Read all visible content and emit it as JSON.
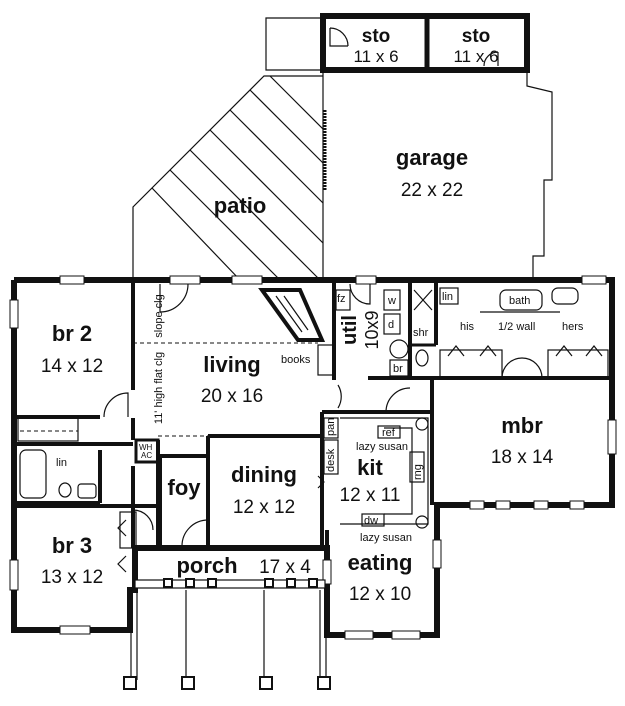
{
  "rooms": {
    "sto1": {
      "name": "sto",
      "size": "11 x 6"
    },
    "sto2": {
      "name": "sto",
      "size": "11 x 6"
    },
    "garage": {
      "name": "garage",
      "size": "22 x 22"
    },
    "patio": {
      "name": "patio"
    },
    "br2": {
      "name": "br 2",
      "size": "14 x 12"
    },
    "living": {
      "name": "living",
      "size": "20 x 16"
    },
    "util": {
      "name": "util",
      "size": "10x9"
    },
    "mbr": {
      "name": "mbr",
      "size": "18 x 14"
    },
    "dining": {
      "name": "dining",
      "size": "12 x 12"
    },
    "kit": {
      "name": "kit",
      "size": "12 x 11"
    },
    "foy": {
      "name": "foy"
    },
    "br3": {
      "name": "br 3",
      "size": "13 x 12"
    },
    "porch": {
      "name": "porch",
      "size": "17 x 4"
    },
    "eating": {
      "name": "eating",
      "size": "12 x 10"
    }
  },
  "notes": {
    "slope_clg": "slope clg",
    "flat_clg": "11' high flat clg",
    "books": "books",
    "fz": "fz",
    "w": "w",
    "d": "d",
    "shr": "shr",
    "lin_master": "lin",
    "bath": "bath",
    "his": "his",
    "half_wall": "1/2 wall",
    "hers": "hers",
    "br": "br",
    "wh": "WH",
    "ac": "AC",
    "lin_hall": "lin",
    "pan": "pan",
    "desk": "desk",
    "ref": "ref",
    "lazy_susan_top": "lazy susan",
    "rng": "rng",
    "dw": "dw",
    "lazy_susan_bottom": "lazy susan"
  }
}
